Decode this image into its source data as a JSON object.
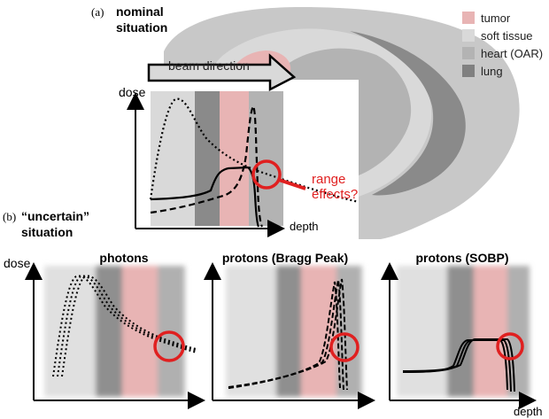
{
  "panel_a": {
    "marker": "(a)",
    "title_line1": "nominal",
    "title_line2": "situation",
    "beam_label": "beam direction",
    "y_label": "dose",
    "x_label": "depth",
    "annotation_line1": "range",
    "annotation_line2": "effects?"
  },
  "panel_b": {
    "marker": "(b)",
    "title_line1": "“uncertain”",
    "title_line2": "situation",
    "y_label": "dose",
    "x_label": "depth",
    "plot_titles": [
      "photons",
      "protons (Bragg Peak)",
      "protons (SOBP)"
    ]
  },
  "legend": [
    {
      "label": "tumor",
      "color": "#e8b4b4"
    },
    {
      "label": "soft tissue",
      "color": "#d9d9d9"
    },
    {
      "label": "heart (OAR)",
      "color": "#b3b3b3"
    },
    {
      "label": "lung",
      "color": "#808080"
    }
  ],
  "colors": {
    "highlight": "#e02020",
    "body_outline": "#c8c8c8",
    "curve": "#000000"
  }
}
